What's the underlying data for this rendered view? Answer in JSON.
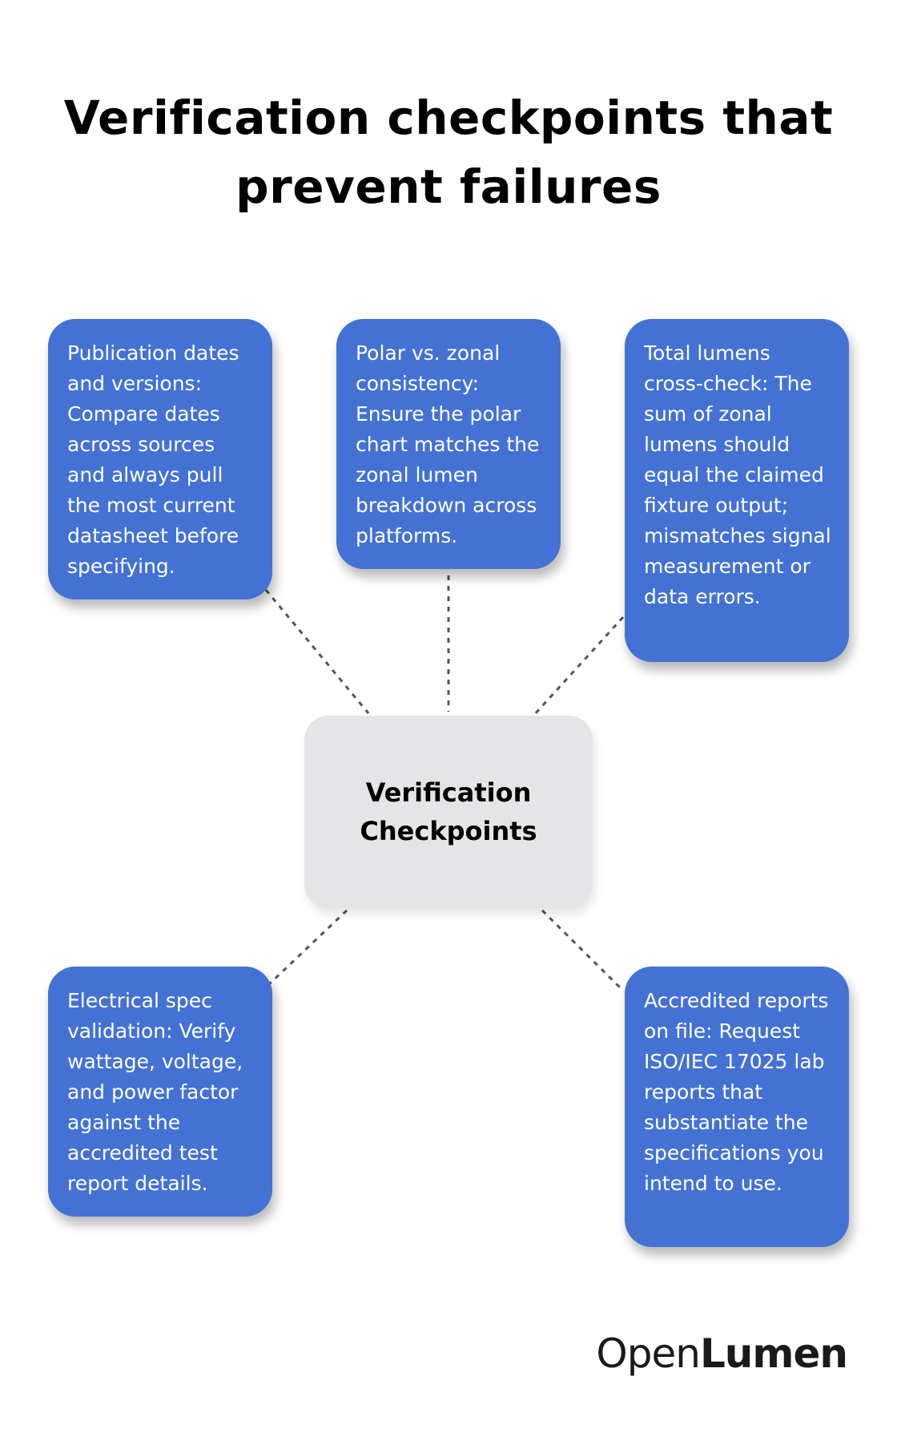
{
  "title": "Verification checkpoints that prevent failures",
  "center_label": "Verification Checkpoints",
  "checkpoints": [
    "Publication dates and versions: Compare dates across sources and always pull the most current datasheet before specifying.",
    "Polar vs. zonal consistency: Ensure the polar chart matches the zonal lumen breakdown across platforms.",
    "Total lumens cross-check: The sum of zonal lumens should equal the claimed fixture output; mismatches signal measurement or data errors.",
    "Electrical spec validation: Verify wattage, voltage, and power factor against the accredited test report details.",
    "Accredited reports on file: Request ISO/IEC 17025 lab reports that substantiate the specifications you intend to use."
  ],
  "logo": {
    "part1": "Open",
    "part2": "Lumen"
  },
  "colors": {
    "box": "#4472D4",
    "center": "#E4E5E7",
    "connector": "#555555"
  }
}
